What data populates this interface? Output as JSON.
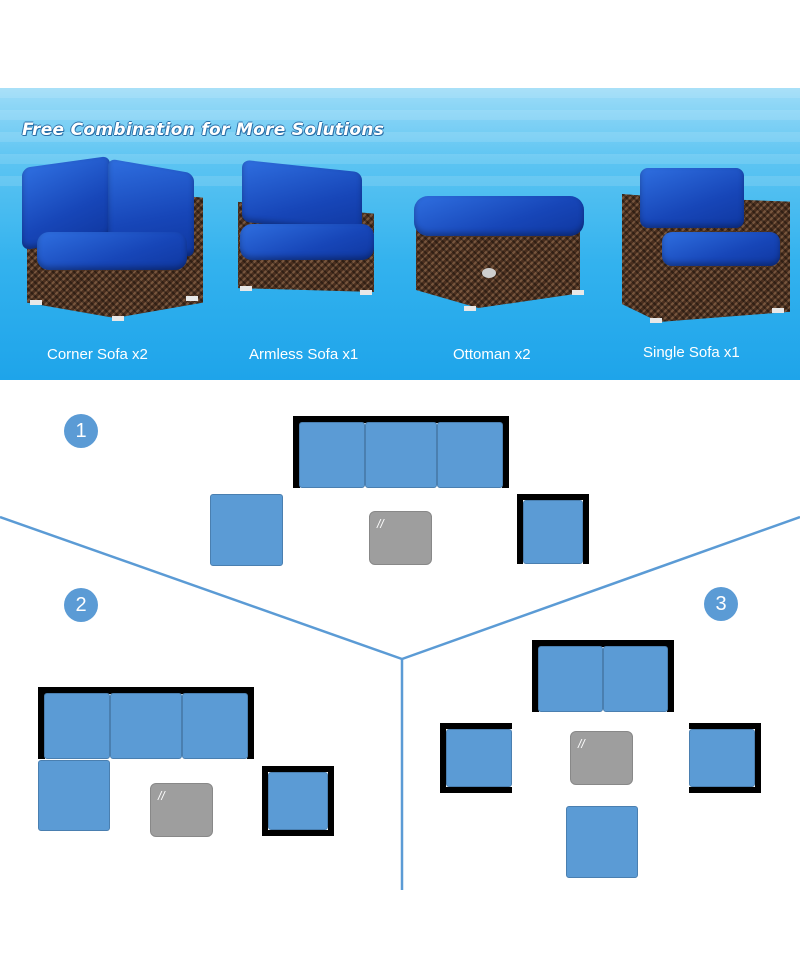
{
  "banner": {
    "title": "Free Combination for More Solutions",
    "products": [
      {
        "label": "Corner Sofa x2",
        "icon": "corner-sofa-image"
      },
      {
        "label": "Armless Sofa x1",
        "icon": "armless-sofa-image"
      },
      {
        "label": "Ottoman x2",
        "icon": "ottoman-image"
      },
      {
        "label": "Single Sofa x1",
        "icon": "single-sofa-image"
      }
    ]
  },
  "layouts": [
    {
      "number": "1"
    },
    {
      "number": "2"
    },
    {
      "number": "3"
    }
  ],
  "colors": {
    "banner": "#33b2ee",
    "seat_block": "#5b9bd5",
    "ottoman_block": "#9e9e9e",
    "arm_bar": "#000000",
    "number_badge": "#5b9bd5",
    "cushion": "#1a48c0",
    "wicker": "#4a2f1f"
  }
}
